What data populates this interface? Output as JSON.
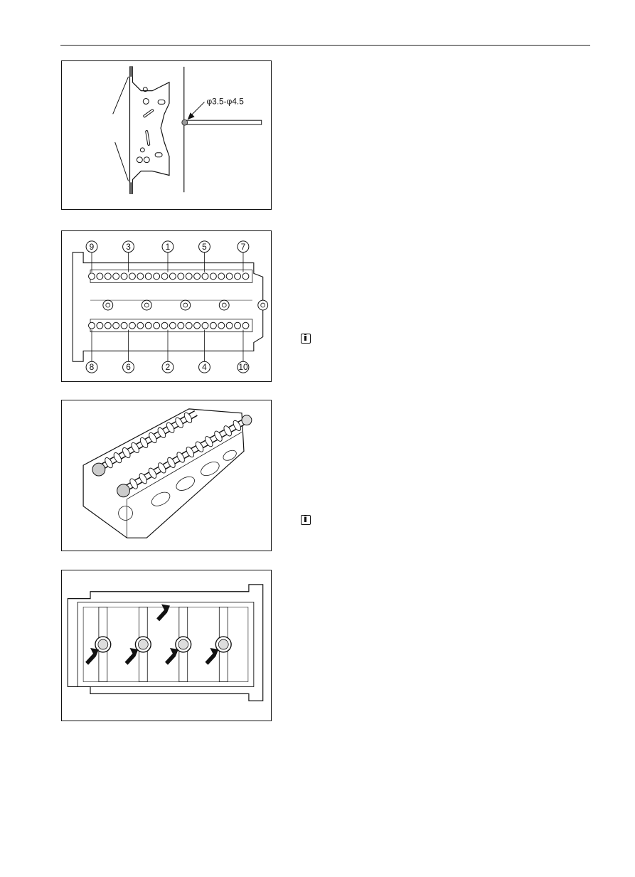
{
  "figures": {
    "fig1": {
      "dimension_label": "φ3.5-φ4.5"
    },
    "fig2": {
      "top_numbers": [
        "9",
        "3",
        "1",
        "5",
        "7"
      ],
      "bottom_numbers": [
        "8",
        "6",
        "2",
        "4",
        "10"
      ]
    }
  },
  "icons": {
    "info": "info-icon"
  }
}
